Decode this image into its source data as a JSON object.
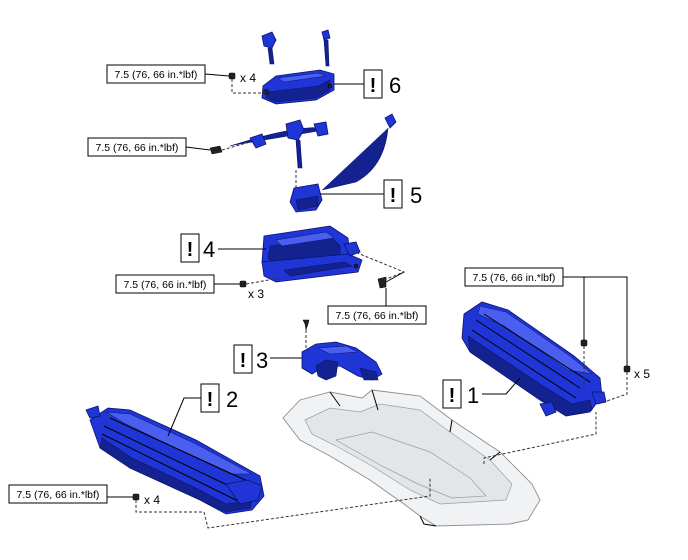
{
  "torque_spec": "7.5 (76, 66 in.*lbf)",
  "quantities": {
    "x4": "x 4",
    "x3": "x 3",
    "x5": "x 5"
  },
  "callouts": {
    "mark": "!",
    "c1": "1",
    "c2": "2",
    "c3": "3",
    "c4": "4",
    "c5": "5",
    "c6": "6"
  }
}
